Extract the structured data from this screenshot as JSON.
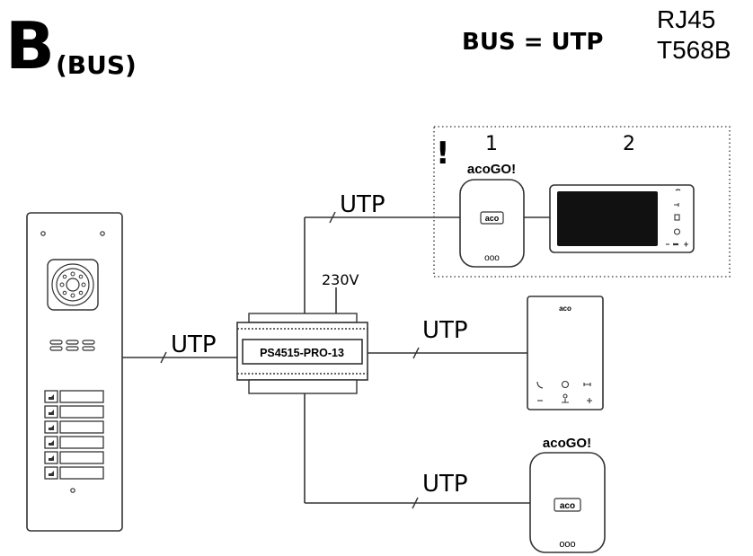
{
  "header": {
    "big_letter": "B",
    "subscript": "(BUS)",
    "equation": "BUS = UTP",
    "connector_line1": "RJ45",
    "connector_line2": "T568B"
  },
  "cables": {
    "panel_to_supply": "UTP",
    "supply_to_top": "UTP",
    "supply_to_middle": "UTP",
    "supply_to_bottom": "UTP",
    "mains": "230V"
  },
  "power_supply": {
    "label": "PS4515-PRO-13"
  },
  "dotted_group": {
    "warning_mark": "!",
    "item1_number": "1",
    "item2_number": "2"
  },
  "acogo_top": {
    "title": "acoGO!",
    "badge": "aco",
    "dots": "ooo"
  },
  "acogo_bottom": {
    "title": "acoGO!",
    "badge": "aco",
    "dots": "ooo"
  },
  "intercom": {
    "brand": "aco"
  }
}
